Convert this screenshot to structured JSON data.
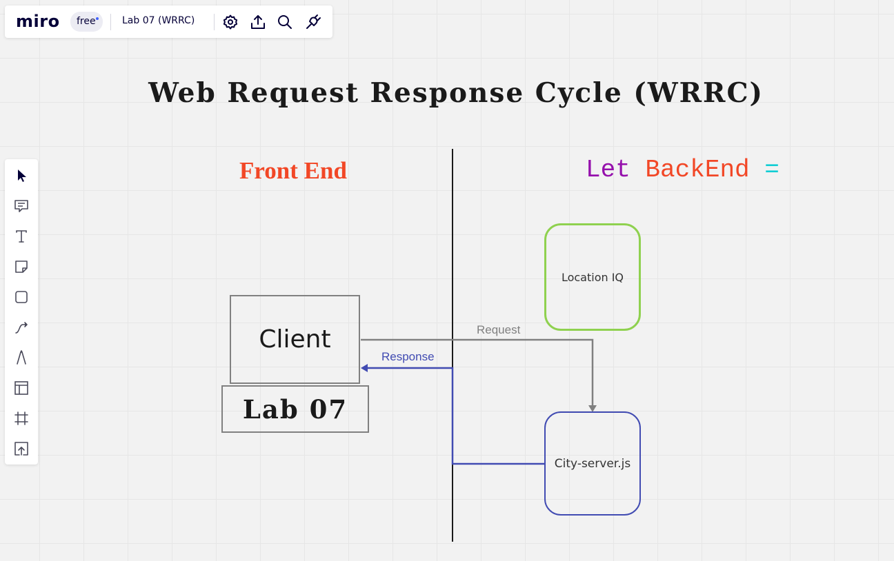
{
  "app": {
    "logo": "miro",
    "plan_badge": "free",
    "board_title": "Lab 07 (WRRC)"
  },
  "toolbar": {
    "icons": [
      "settings-icon",
      "share-upload-icon",
      "search-icon",
      "plug-icon"
    ]
  },
  "tools": [
    "select-cursor-icon",
    "comment-icon",
    "text-icon",
    "sticky-note-icon",
    "shape-icon",
    "connection-line-icon",
    "pen-icon",
    "frame-template-icon",
    "frame-icon",
    "upload-icon"
  ],
  "diagram": {
    "heading": "Web Request Response Cycle (WRRC)",
    "front_end_label": "Front End",
    "back_end_code": {
      "keyword": "Let",
      "name": "BackEnd",
      "operator": "="
    },
    "nodes": {
      "client": "Client",
      "lab": "Lab 07",
      "location": "Location IQ",
      "server": "City-server.js"
    },
    "edges": {
      "request": "Request",
      "response": "Response"
    },
    "colors": {
      "front_end": "#f24726",
      "keyword": "#9510ac",
      "operator": "#12cdd4",
      "location_border": "#8fd14f",
      "server_border": "#414bb2",
      "request_line": "#808080",
      "response_line": "#414bb2"
    }
  }
}
